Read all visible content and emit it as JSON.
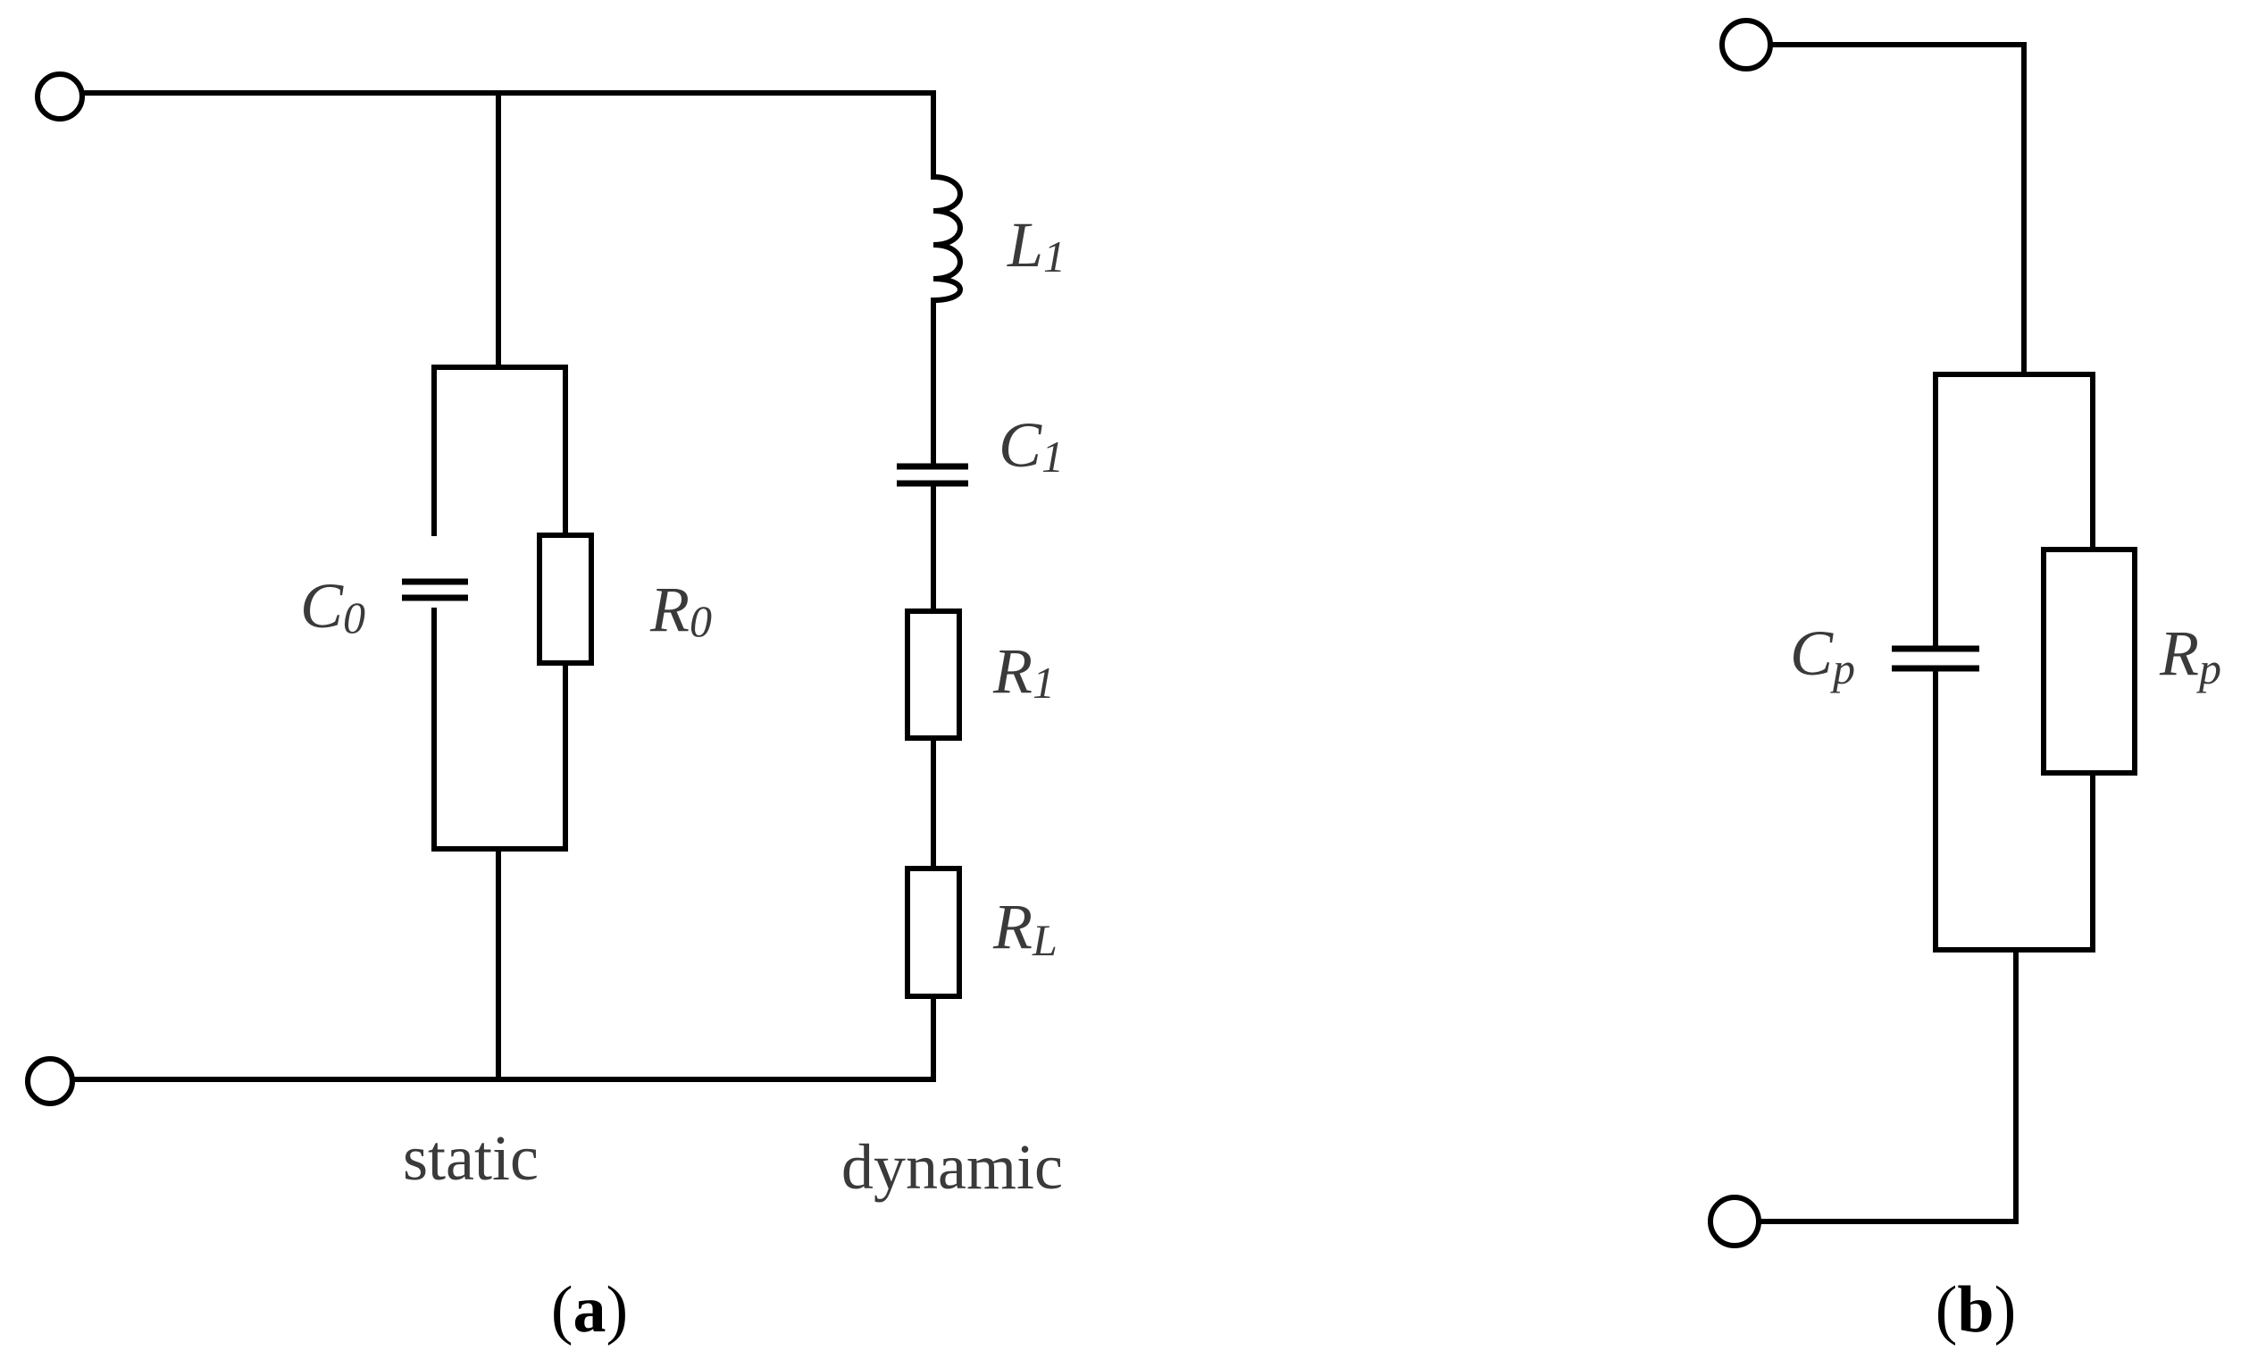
{
  "panel_a": {
    "label": "a",
    "components": {
      "c0": {
        "letter": "C",
        "sub": "0"
      },
      "r0": {
        "letter": "R",
        "sub": "0"
      },
      "l1": {
        "letter": "L",
        "sub": "1"
      },
      "c1": {
        "letter": "C",
        "sub": "1"
      },
      "r1": {
        "letter": "R",
        "sub": "1"
      },
      "rl": {
        "letter": "R",
        "sub": "L"
      }
    },
    "branches": {
      "static": "static",
      "dynamic": "dynamic"
    }
  },
  "panel_b": {
    "label": "b",
    "components": {
      "cp": {
        "letter": "C",
        "sub": "p"
      },
      "rp": {
        "letter": "R",
        "sub": "p"
      }
    }
  }
}
